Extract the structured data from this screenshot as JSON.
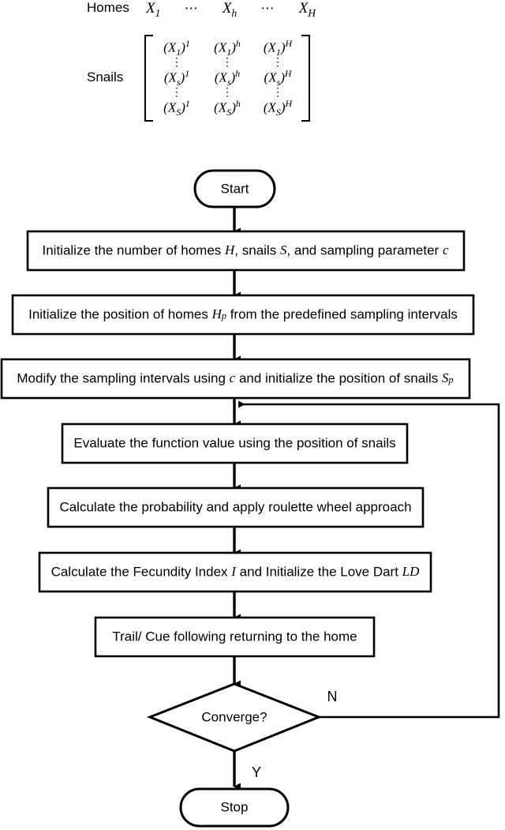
{
  "figure": {
    "type": "flowchart",
    "matrix_block": {
      "homes_label": "Homes",
      "snails_label": "Snails",
      "homes_entries": [
        {
          "base": "X",
          "sub": "1",
          "sup": ""
        },
        {
          "base": "X",
          "sub": "h",
          "sup": ""
        },
        {
          "base": "X",
          "sub": "H",
          "sup": ""
        }
      ],
      "homes_dots": [
        "⋯",
        "⋯"
      ],
      "vertical_dots": "⋮",
      "matrix_rows": [
        [
          {
            "base": "X",
            "sub": "1",
            "sup": "1"
          },
          {
            "base": "X",
            "sub": "1",
            "sup": "h"
          },
          {
            "base": "X",
            "sub": "1",
            "sup": "H"
          }
        ],
        [
          {
            "base": "X",
            "sub": "s",
            "sup": "1"
          },
          {
            "base": "X",
            "sub": "s",
            "sup": "h"
          },
          {
            "base": "X",
            "sub": "s",
            "sup": "H"
          }
        ],
        [
          {
            "base": "X",
            "sub": "S",
            "sup": "1"
          },
          {
            "base": "X",
            "sub": "S",
            "sup": "h"
          },
          {
            "base": "X",
            "sub": "S",
            "sup": "H"
          }
        ]
      ]
    },
    "nodes": {
      "start": {
        "label": "Start",
        "shape": "terminator"
      },
      "step1": {
        "label": "Initialize the number of homes H, snails S, and sampling parameter c",
        "shape": "process"
      },
      "step2": {
        "label": "Initialize the position of homes Hp from the predefined sampling intervals",
        "shape": "process"
      },
      "step3": {
        "label": "Modify the sampling intervals using c and initialize the position of snails Sp",
        "shape": "process"
      },
      "step4": {
        "label": "Evaluate the function value using the position of snails",
        "shape": "process"
      },
      "step5": {
        "label": "Calculate the probability and apply roulette wheel approach",
        "shape": "process"
      },
      "step6": {
        "label": "Calculate the Fecundity Index I and Initialize the Love Dart LD",
        "shape": "process"
      },
      "step7": {
        "label": "Trail/ Cue following returning to the home",
        "shape": "process"
      },
      "decision": {
        "label": "Converge?",
        "shape": "diamond"
      },
      "stop": {
        "label": "Stop",
        "shape": "terminator"
      }
    },
    "branch_labels": {
      "no": "N",
      "yes": "Y"
    },
    "colors": {
      "stroke": "#000000",
      "fill": "#ffffff",
      "text": "#000000"
    }
  }
}
